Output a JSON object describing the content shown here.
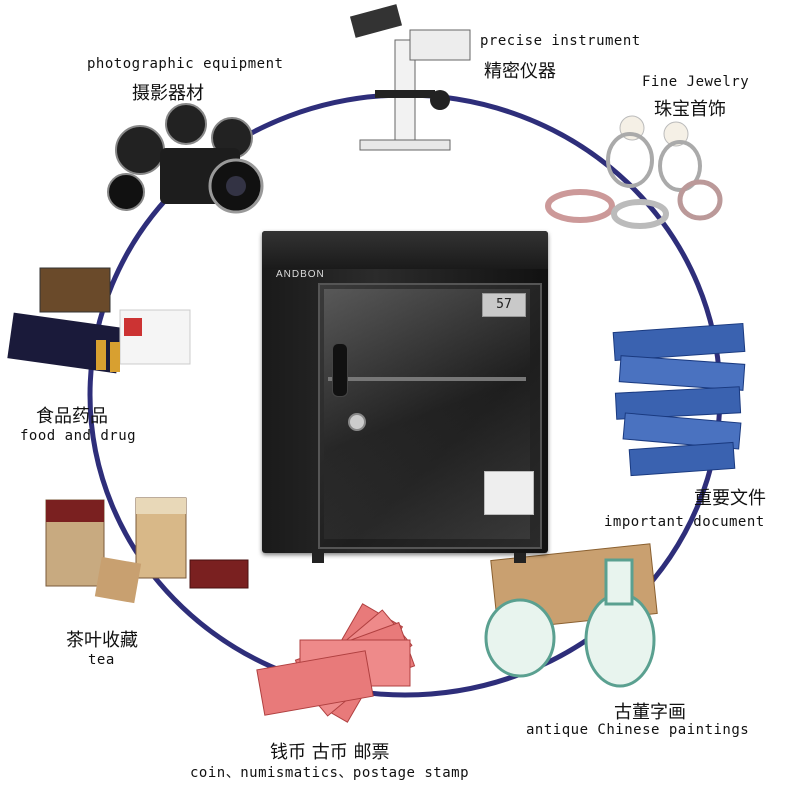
{
  "cabinet": {
    "brand": "ANDBON",
    "display_value": "57"
  },
  "items": {
    "precise_instrument": {
      "en": "precise instrument",
      "zh": "精密仪器"
    },
    "photographic_equipment": {
      "en": "photographic equipment",
      "zh": "摄影器材"
    },
    "fine_jewelry": {
      "en": "Fine Jewelry",
      "zh": "珠宝首饰"
    },
    "food_and_drug": {
      "en": "food and drug",
      "zh": "食品药品"
    },
    "important_document": {
      "en": "important document",
      "zh": "重要文件"
    },
    "tea": {
      "en": "tea",
      "zh": "茶叶收藏"
    },
    "antique_paintings": {
      "en": "antique Chinese paintings",
      "zh": "古董字画"
    },
    "coin": {
      "en": "coin、numismatics、postage stamp",
      "zh": "钱币 古币 邮票"
    }
  },
  "colors": {
    "circle": "#2e2e7a",
    "cabinet": "#1c1c1c",
    "background": "#ffffff"
  }
}
